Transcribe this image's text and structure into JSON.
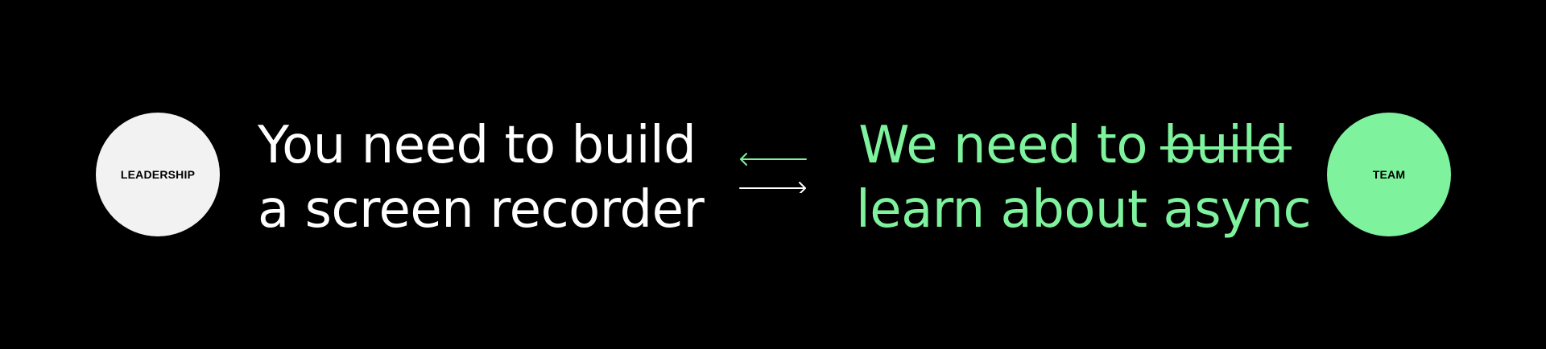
{
  "colors": {
    "background": "#000000",
    "accent_green": "#7ef29d",
    "light_grey": "#f2f2f2",
    "white": "#ffffff"
  },
  "leadership": {
    "label": "LEADERSHIP"
  },
  "team": {
    "label": "TEAM"
  },
  "leadership_statement": {
    "line1": "You need to build",
    "line2": "a screen recorder"
  },
  "team_statement": {
    "line1_prefix": "We need to ",
    "line1_struck": "build",
    "line2": "learn about async"
  },
  "arrows": {
    "top": "arrow-left-icon",
    "bottom": "arrow-right-icon"
  }
}
